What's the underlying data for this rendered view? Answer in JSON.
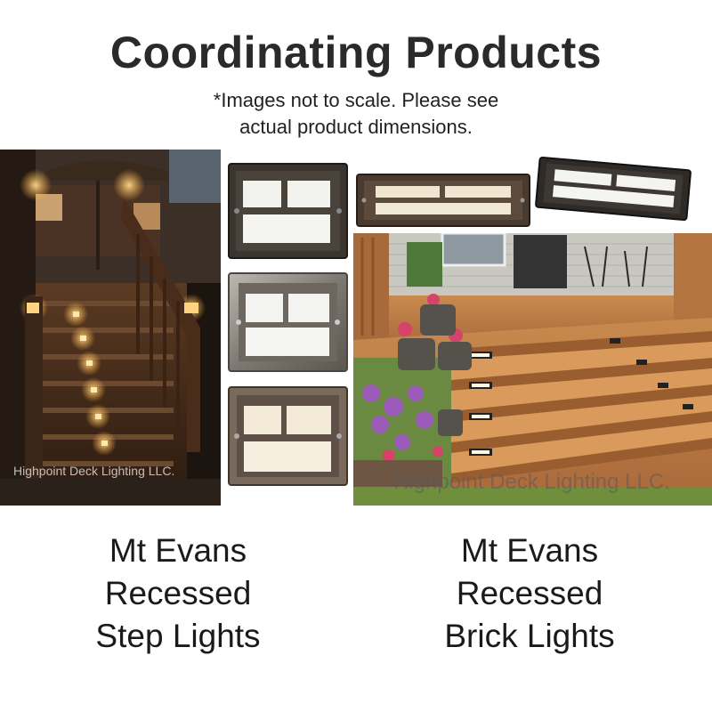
{
  "header": {
    "title": "Coordinating Products",
    "subtitle_line1": "*Images not to scale. Please see",
    "subtitle_line2": "actual product dimensions."
  },
  "photos": {
    "stairs_watermark": "Highpoint Deck Lighting LLC.",
    "deck_watermark": "Highpoint Deck Lighting LLC."
  },
  "captions": {
    "left": [
      "Mt Evans",
      "Recessed",
      "Step Lights"
    ],
    "right": [
      "Mt Evans",
      "Recessed",
      "Brick Lights"
    ]
  }
}
